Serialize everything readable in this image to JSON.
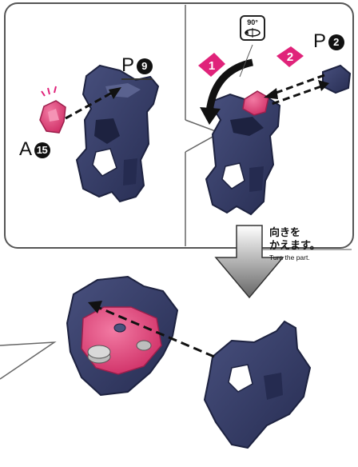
{
  "panel_top": {
    "left_step": {
      "label_attach_part": "A",
      "label_attach_num": "15",
      "label_target_part": "P",
      "label_target_num": "9"
    },
    "right_step": {
      "rotation_badge": "90°",
      "step1_marker": "1",
      "step2_marker": "2",
      "label_part": "P",
      "label_num": "2"
    }
  },
  "transition_note": {
    "jp_line1": "向きを",
    "jp_line2": "かえます。",
    "en": "Turn the part."
  },
  "colors": {
    "navy_part": "#343b63",
    "navy_dark": "#1d2240",
    "pink_part": "#e0457a",
    "magenta_marker": "#e0237a",
    "panel_border": "#555555"
  }
}
